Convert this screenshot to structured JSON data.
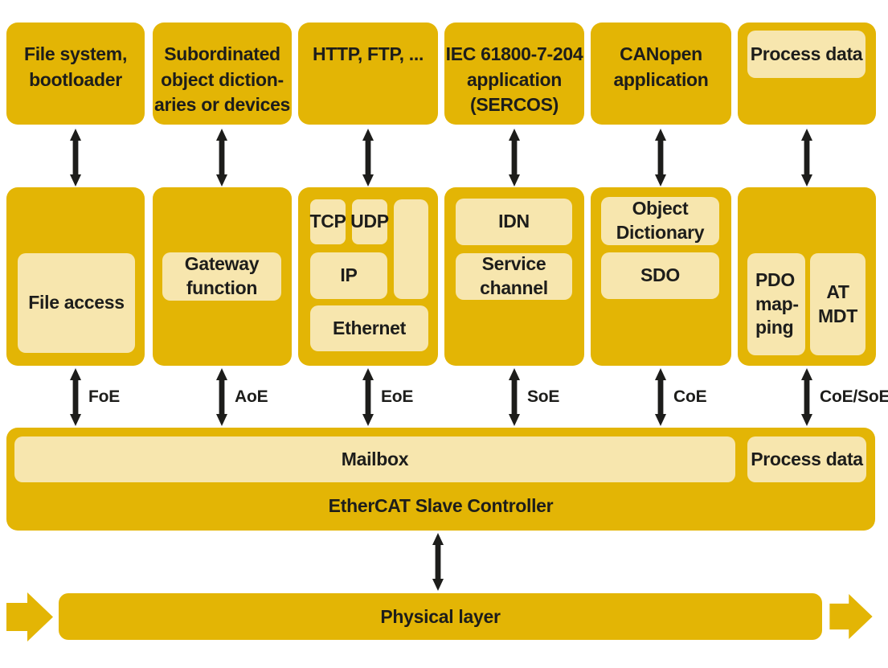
{
  "colors": {
    "gold": "#E3B505",
    "cream": "#F7E6AE",
    "ink": "#1D1D1B",
    "bg": "#FFFFFF"
  },
  "top_row": [
    {
      "label": "File system,\nbootloader"
    },
    {
      "label": "Subordinated\nobject diction-\naries or devices"
    },
    {
      "label": "HTTP, FTP, ..."
    },
    {
      "label": "IEC 61800-7-204\napplication\n(SERCOS)"
    },
    {
      "label": "CANopen\napplication"
    },
    {
      "label": "Process data"
    }
  ],
  "middle_row": {
    "file_access": "File access",
    "gateway_function": "Gateway\nfunction",
    "tcp": "TCP",
    "udp": "UDP",
    "ip": "IP",
    "ethernet": "Ethernet",
    "idn": "IDN",
    "service_channel": "Service\nchannel",
    "object_dictionary": "Object\nDictionary",
    "sdo": "SDO",
    "pdo_mapping": "PDO\nmap-\nping",
    "at_mdt": "AT\nMDT"
  },
  "protocol_labels": [
    "FoE",
    "AoE",
    "EoE",
    "SoE",
    "CoE",
    "CoE/SoE"
  ],
  "esc": {
    "mailbox": "Mailbox",
    "process_data": "Process data",
    "title": "EtherCAT Slave Controller"
  },
  "physical_layer": {
    "label": "Physical layer"
  }
}
